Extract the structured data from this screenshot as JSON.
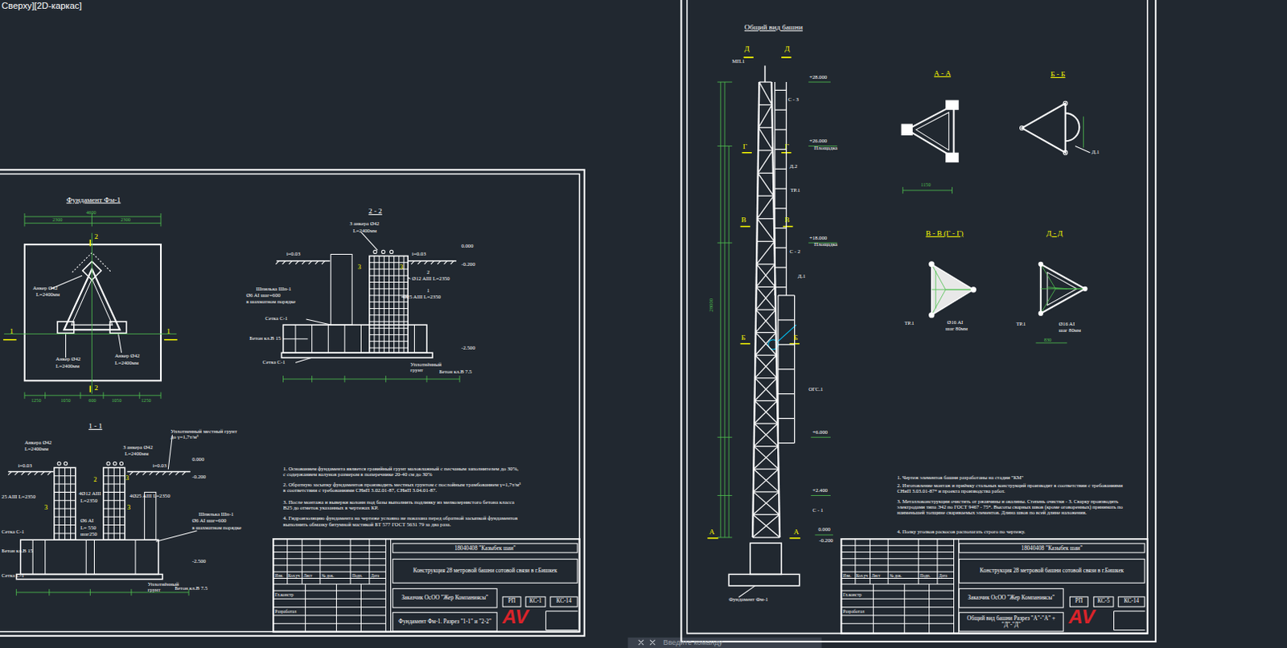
{
  "diagram": {
    "nodes": [
      {
        "text": [
          "Фундамент Фм-1"
        ]
      },
      {
        "text": [
          "18040408 \"Казыбек шаи\""
        ],
        "in": 0
      },
      {
        "text": [
          "Конструкция 28 метровой башни сотовой связи в г.Бишкек"
        ],
        "in": 0
      },
      {
        "text": [
          "Заказчик ОсОО \"Жер Компаниясы\""
        ],
        "in": 0
      },
      {
        "text": [
          "РП"
        ],
        "in": 0
      },
      {
        "text": [
          "КС-1"
        ],
        "in": 0
      },
      {
        "text": [
          "КС-14"
        ],
        "in": 0
      },
      {
        "text": [
          "Фундамент Фм-1. Разрез \"1-1\" и \"2-2\""
        ],
        "in": 0
      },
      {
        "text": [
          "Общий вид башни"
        ]
      },
      {
        "text": [
          "18040408 \"Казыбек шаи\""
        ],
        "in": 8
      },
      {
        "text": [
          "Конструкция 28 метровой башни сотовой связи в г.Бишкек"
        ],
        "in": 8
      },
      {
        "text": [
          "Заказчик ОсОО \"Жер Компаниясы\""
        ],
        "in": 8
      },
      {
        "text": [
          "РП"
        ],
        "in": 8
      },
      {
        "text": [
          "КС-5"
        ],
        "in": 8
      },
      {
        "text": [
          "КС-14"
        ],
        "in": 8
      },
      {
        "text": [
          "Общий вид башни Разрез \"А\"-\"А\" + \"Д\"-\"Д\""
        ],
        "in": 8
      }
    ],
    "labels": [
      "Сверху][2D-каркас]",
      "4600",
      "2300",
      "2300",
      "2",
      "2",
      "1",
      "1",
      "Анкер Ø42",
      "L=2400мм",
      "Анкер Ø42",
      "L=2400мм",
      "Анкер Ø42",
      "L=2400мм",
      "1250",
      "1050",
      "600",
      "1050",
      "1250",
      "2 - 2",
      "3 анкера Ø42",
      "L=2400мм",
      "i=0.03",
      "i=0.03",
      "0.000",
      "-0.200",
      "3",
      "3",
      "2",
      "Ø12 AIII  L=2350",
      "1",
      "Ø25 AIII  L=2350",
      "Шпилька Шп-1",
      "Ø6 AI шаг=600",
      "в шахматном порядке",
      "Сетка С-1",
      "Бетон кл.В 15",
      "Сетка С-1",
      "-2.500",
      "Уплотнённый грунт",
      "Бетон кл.В 7.5",
      "1 - 1",
      "Уплотненный местный грунт до γ=1,7т/м³",
      "Анкера Ø42",
      "L=2400мм",
      "3 анкера Ø42",
      "L=2400мм",
      "i=0.03",
      "i=0.03",
      "0.000",
      "-0.200",
      "2",
      "3",
      "3",
      "3",
      "4Ø12 AIII",
      "L=2350",
      "4Ø25 AIII  L=2350",
      "25 AIII  L=2350",
      "Ø6 AI",
      "L= 550",
      "шаг250",
      "Шпилька Шп-1",
      "Ø6 AI шаг=600",
      "в шахматном порядке",
      "Сетка С-1",
      "-2.500",
      "Бетон кл.В 15",
      "Сетка С-1",
      "Уплотнённый грунт",
      "Бетон кл.В 7.5",
      "1. Основанием фундамента является гравийный грунт маловлажный с песчаным заполнителем до 30%, с содержанием валунов размером в поперечнике 20-40 см до 30%",
      "2. Обратную засыпку фундаментов производить местных грунтом с послойным трамбованием γ=1,7т/м³ в соответствии с требованиями СНиП 3.02.01-87, СНиП 3.04.01-87.",
      "3. После монтажа и выверки колонн под базы выполнить подливку из мелкозернистого бетона класса B25 до отметок указанных в чертежах КР.",
      "4. Гидроизоляцию фундамента на чертеже условно не показана перед обратной засыпкой фундаментов выполнить обмазку битумной мастикой БТ 577 ГОСТ 5631 79 за два раза.",
      "Изм.",
      "Кол.уч",
      "Лист",
      "№ док.",
      "Подп.",
      "Дата",
      "Гл.констр",
      "Разработал",
      "AV",
      "Д",
      "Д",
      "МП.1",
      "+28.000",
      "С - 3",
      "+26.000",
      "Площадка",
      "Г",
      "Г",
      "Д.2",
      "ТР.1",
      "В",
      "В",
      "+18.000",
      "Площадка",
      "С - 2",
      "Д.1",
      "Б",
      "Б",
      "ОГС.1",
      "+6.000",
      "+2.400",
      "С - 1",
      "0.000",
      "-0.200",
      "А",
      "А",
      "Фундамент Фм-1",
      "28000",
      "А - А",
      "Б - Б",
      "В - В (Г - Г)",
      "Д - Д",
      "1150",
      "Д.1",
      "ТР.1",
      "Ø16 AI",
      "шаг 80мм",
      "ТР.1",
      "Ø16 AI",
      "шаг 80мм",
      "830",
      "1. Чертеж элементов башни разработаны на стадии \"КМ\"",
      "2. Изготовление монтаж и приёмку стальных конструкций производит в соответствии с требованиями СНиП 3.03.01-87* и проекта производства работ.",
      "3. Металлоконструкции очистить от ржавчины и окалины. Степень очистки - 3. Сварку производить электродами типа Э42 по ГОСТ 9467 - 75*. Высоты сварных швов (кроме оговоренных) принимать по наименьшей толщине свариваемых элементов. Длина швов по всей длине наложения.",
      "4. Полку уголков раскосов располагать строго по чертежу.",
      "Изм.",
      "Кол.уч",
      "Лист",
      "№ док.",
      "Подп.",
      "Дата",
      "Гл.констр",
      "Разработал",
      "AV",
      "Введите команду"
    ]
  }
}
